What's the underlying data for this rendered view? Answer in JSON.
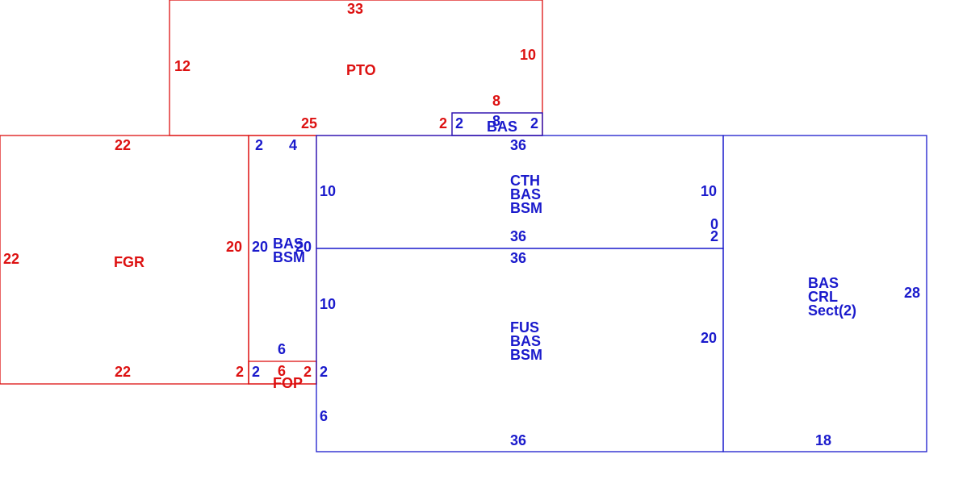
{
  "colors": {
    "red": "#dd1111",
    "blue": "#1a1acc",
    "background": "#ffffff"
  },
  "areas": {
    "pto": {
      "name": "PTO",
      "dims": {
        "top": "33",
        "left": "12",
        "right": "10",
        "bottom": "25"
      }
    },
    "pto_bas": {
      "name": "BAS",
      "dims": {
        "top": "8",
        "left": "2",
        "left_inner": "2",
        "right": "2",
        "mid": "8"
      }
    },
    "fgr": {
      "name": "FGR",
      "dims": {
        "top": "22",
        "left": "22",
        "right": "20",
        "bottom": "22",
        "bottom_right": "2"
      }
    },
    "strip": {
      "lines": [
        "BAS",
        "BSM"
      ],
      "dims": {
        "top_left": "2",
        "top_right": "4",
        "left": "20",
        "right": "20",
        "bottom_left": "2",
        "bottom_right": "2"
      }
    },
    "fop": {
      "name": "FOP",
      "dims": {
        "top": "6",
        "bottom": "6"
      }
    },
    "cth": {
      "lines": [
        "CTH",
        "BAS",
        "BSM"
      ],
      "dims": {
        "top": "36",
        "left": "10",
        "right": "10",
        "bottom": "36",
        "right_small_0": "0",
        "right_small_2": "2"
      }
    },
    "fus": {
      "lines": [
        "FUS",
        "BAS",
        "BSM"
      ],
      "dims": {
        "top": "36",
        "left_upper": "10",
        "left_step": "2",
        "left_lower": "6",
        "right": "20",
        "bottom": "36"
      }
    },
    "crl": {
      "lines": [
        "BAS",
        "CRL",
        "Sect(2)"
      ],
      "dims": {
        "right": "28",
        "bottom": "18"
      }
    }
  }
}
